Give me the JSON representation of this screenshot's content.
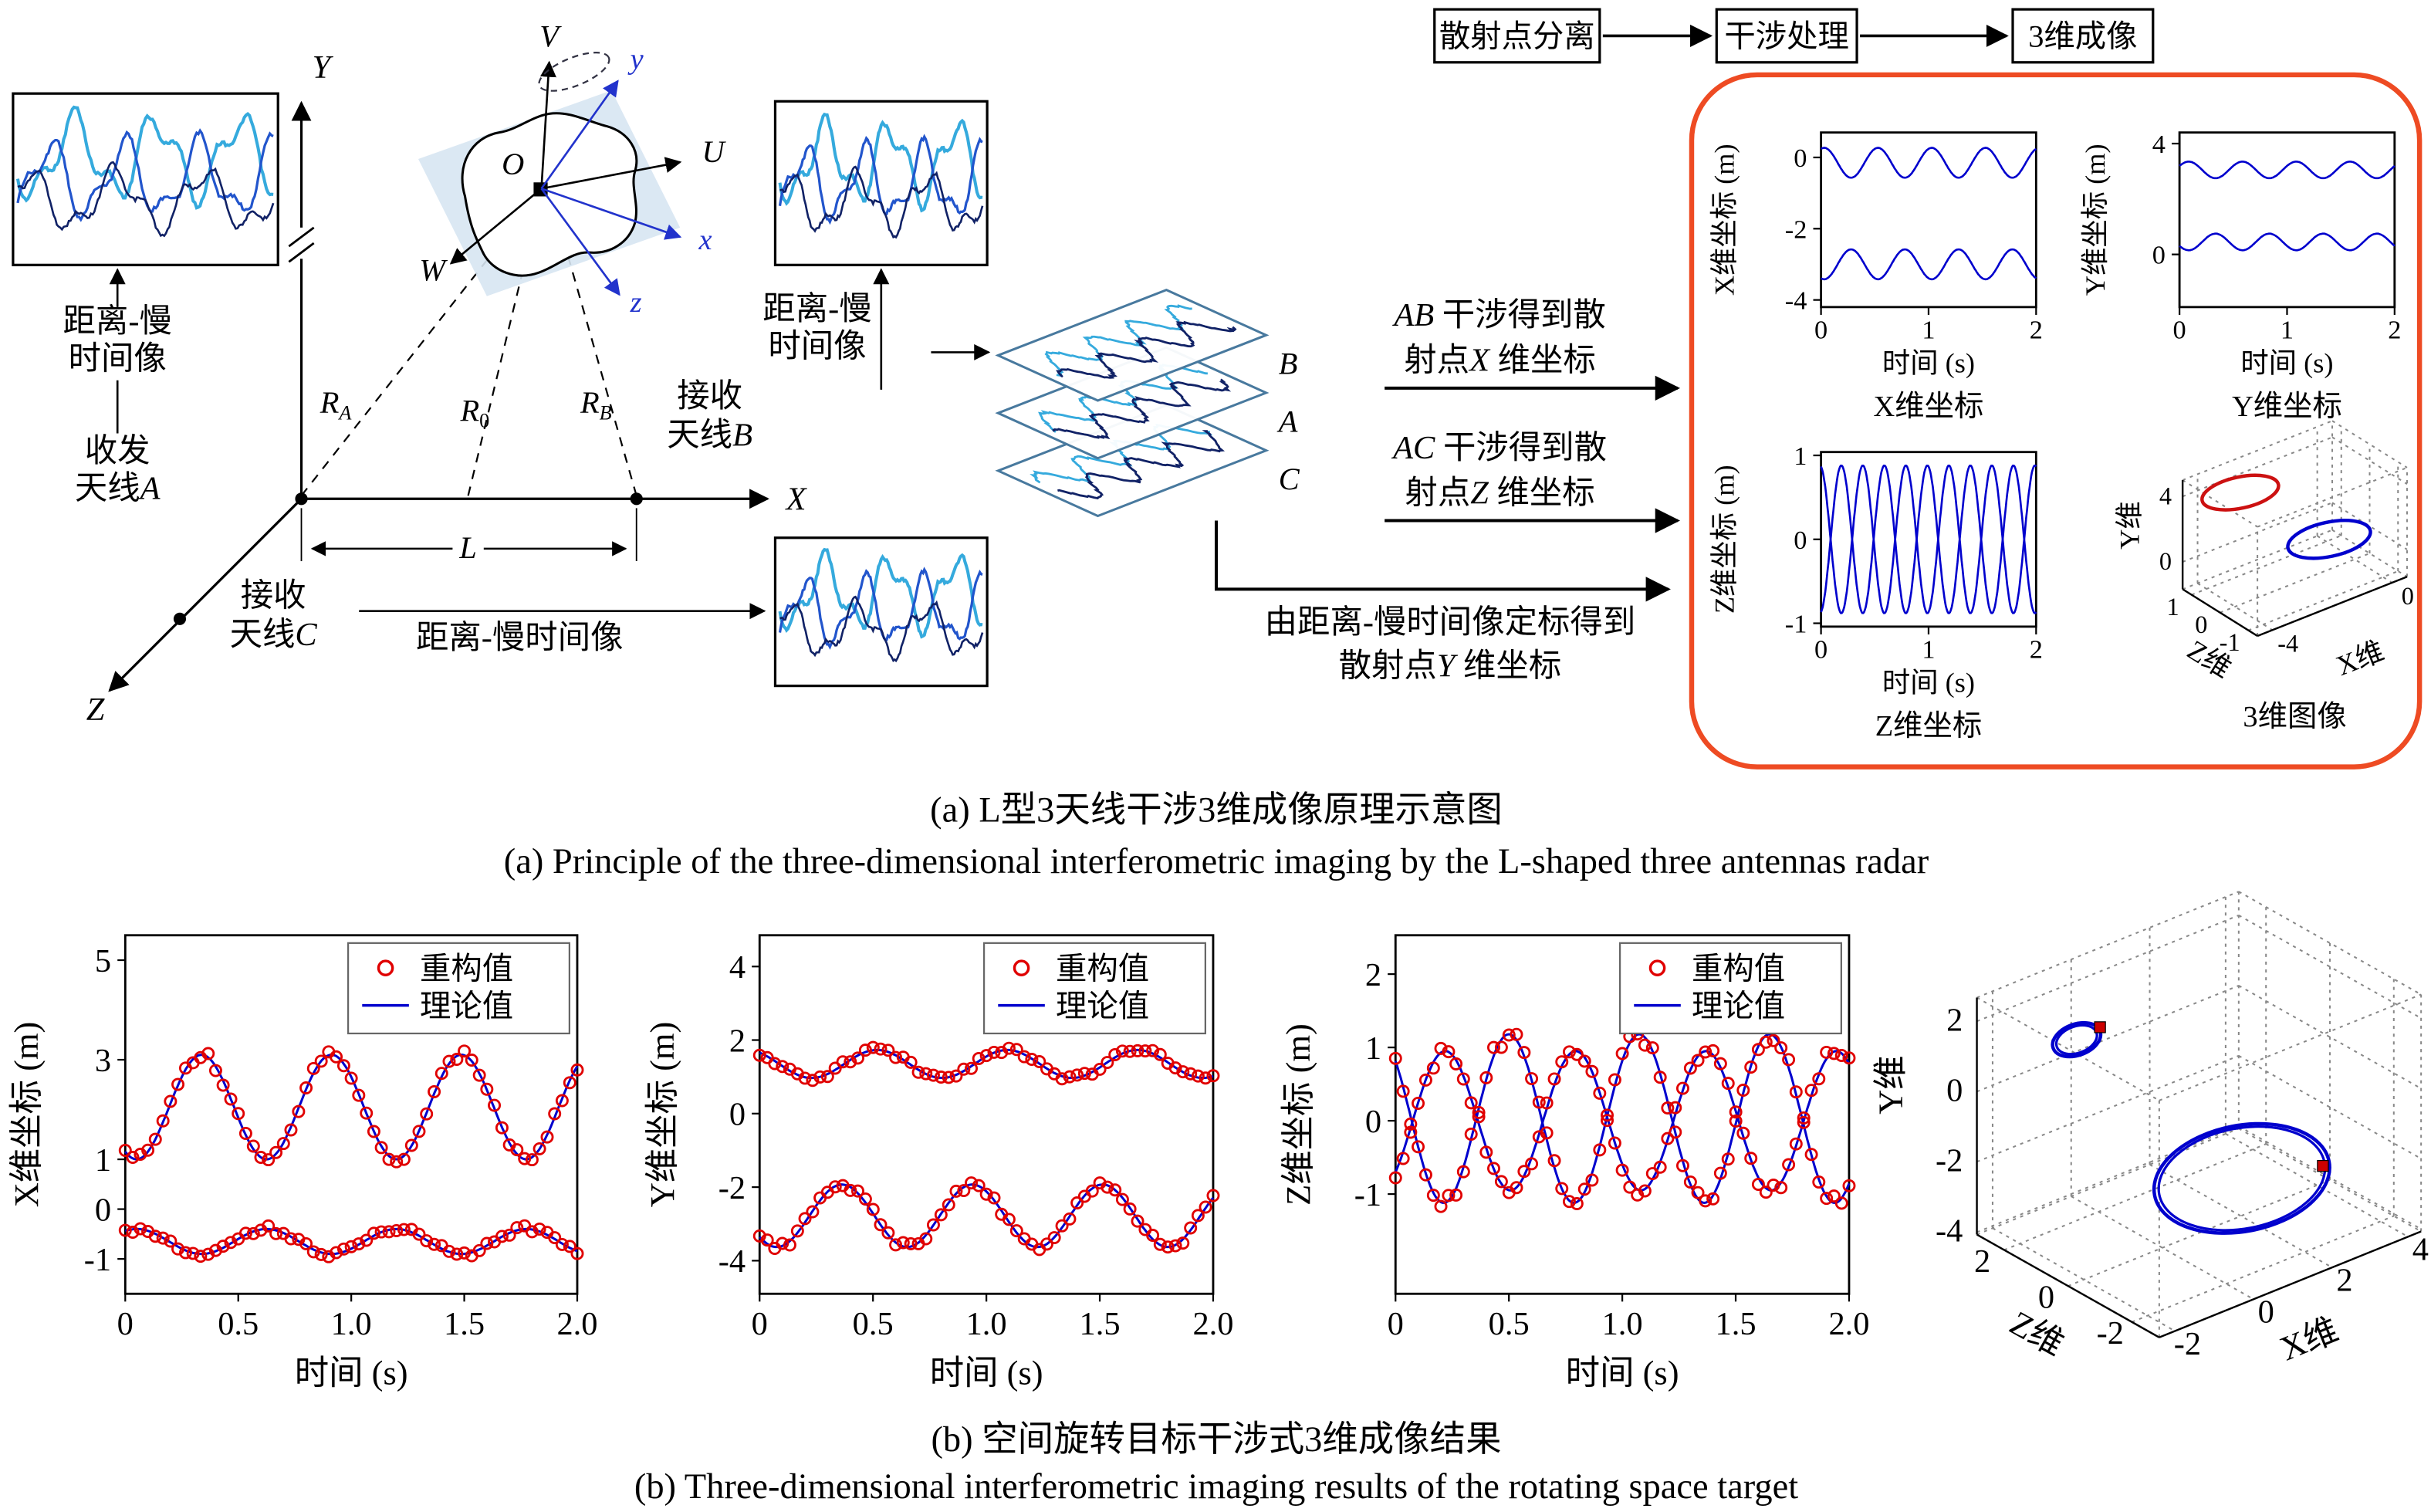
{
  "flowchart": {
    "steps": [
      {
        "label": "散射点分离"
      },
      {
        "label": "干涉处理"
      },
      {
        "label": "3维成像"
      }
    ]
  },
  "panel_a": {
    "left_inset_label_line1": "距离-慢",
    "left_inset_label_line2": "时间像",
    "antenna_a_line1": "收发",
    "antenna_a_line2": "天线",
    "antenna_a_id": "A",
    "antenna_b_line1": "接收",
    "antenna_b_line2": "天线",
    "antenna_b_id": "B",
    "antenna_c_line1": "接收",
    "antenna_c_line2": "天线",
    "antenna_c_id": "C",
    "inset_b_label_line1": "距离-慢",
    "inset_b_label_line2": "时间像",
    "inset_c_label": "距离-慢时间像",
    "plane_labels": [
      "B",
      "A",
      "C"
    ],
    "axes": {
      "x": "X",
      "y": "Y",
      "z": "Z"
    },
    "target": {
      "origin": "O",
      "v": "V",
      "u": "U",
      "w": "W",
      "x": "x",
      "y": "y",
      "z": "z"
    },
    "ranges": {
      "ra": "R",
      "ra_sub": "A",
      "r0": "R",
      "r0_sub": "0",
      "rb": "R",
      "rb_sub": "B"
    },
    "baseline": "L",
    "arrow_ab_line1_italic": "AB",
    "arrow_ab_line1_rest": " 干涉得到散",
    "arrow_ab_line2_pre": "射点",
    "arrow_ab_line2_italic": "X",
    "arrow_ab_line2_rest": " 维坐标",
    "arrow_ac_line1_italic": "AC",
    "arrow_ac_line1_rest": " 干涉得到散",
    "arrow_ac_line2_pre": "射点",
    "arrow_ac_line2_italic": "Z",
    "arrow_ac_line2_rest": " 维坐标",
    "arrow_y_line1": "由距离-慢时间像定标得到",
    "arrow_y_line2_pre": "散射点",
    "arrow_y_line2_italic": "Y",
    "arrow_y_line2_rest": " 维坐标"
  },
  "captions": {
    "a_zh": "(a) L型3天线干涉3维成像原理示意图",
    "a_en": "(a) Principle of the three-dimensional interferometric imaging by the L-shaped three antennas radar",
    "b_zh": "(b) 空间旋转目标干涉式3维成像结果",
    "b_en": "(b) Three-dimensional interferometric imaging results of the rotating space target"
  },
  "colors": {
    "curve_blue": "#0000cd",
    "marker_red": "#e00000",
    "box_orange": "#ee4b23",
    "plane_fill": "#d7e5f2",
    "plane_border": "#48799e",
    "wave_cyan": "#35aadd",
    "wave_blue": "#2255cc",
    "wave_navy": "#112266"
  },
  "chart_data": [
    {
      "id": "a_x",
      "type": "line",
      "title": "X维坐标",
      "xlabel": "时间 (s)",
      "ylabel": "X维坐标 (m)",
      "xlim": [
        0,
        2
      ],
      "ylim": [
        -4.2,
        0.7
      ],
      "xticks": [
        {
          "v": 0,
          "t": "0"
        },
        {
          "v": 1,
          "t": "1"
        },
        {
          "v": 2,
          "t": "2"
        }
      ],
      "yticks": [
        {
          "v": 0,
          "t": "0"
        },
        {
          "v": -2,
          "t": "-2"
        },
        {
          "v": -4,
          "t": "-4"
        }
      ],
      "series": [
        {
          "name": "scatterer-1",
          "style": "line",
          "model": "sine",
          "mean": -0.15,
          "amp": 0.42,
          "freq": 2,
          "phase": 1.2
        },
        {
          "name": "scatterer-2",
          "style": "line",
          "model": "sine",
          "mean": -3.0,
          "amp": 0.42,
          "freq": 2,
          "phase": 4.34
        }
      ]
    },
    {
      "id": "a_y",
      "type": "line",
      "title": "Y维坐标",
      "xlabel": "时间 (s)",
      "ylabel": "Y维坐标 (m)",
      "xlim": [
        0,
        2
      ],
      "ylim": [
        -1.9,
        4.4
      ],
      "xticks": [
        {
          "v": 0,
          "t": "0"
        },
        {
          "v": 1,
          "t": "1"
        },
        {
          "v": 2,
          "t": "2"
        }
      ],
      "yticks": [
        {
          "v": 4,
          "t": "4"
        },
        {
          "v": 0,
          "t": "0"
        }
      ],
      "series": [
        {
          "name": "scatterer-1",
          "style": "line",
          "model": "sine",
          "mean": 3.05,
          "amp": 0.3,
          "freq": 2,
          "phase": 0.5
        },
        {
          "name": "scatterer-2",
          "style": "line",
          "model": "sine",
          "mean": 0.45,
          "amp": 0.3,
          "freq": 2,
          "phase": 3.64
        }
      ]
    },
    {
      "id": "a_z",
      "type": "line",
      "title": "Z维坐标",
      "xlabel": "时间 (s)",
      "ylabel": "Z维坐标 (m)",
      "xlim": [
        0,
        2
      ],
      "ylim": [
        -1.04,
        1.04
      ],
      "xticks": [
        {
          "v": 0,
          "t": "0"
        },
        {
          "v": 1,
          "t": "1"
        },
        {
          "v": 2,
          "t": "2"
        }
      ],
      "yticks": [
        {
          "v": 1,
          "t": "1"
        },
        {
          "v": 0,
          "t": "0"
        },
        {
          "v": -1,
          "t": "-1"
        }
      ],
      "series": [
        {
          "name": "scatterer-1",
          "style": "line",
          "model": "sine",
          "mean": 0,
          "amp": 0.88,
          "freq": 2.5,
          "phase": -1.4
        },
        {
          "name": "scatterer-2",
          "style": "line",
          "model": "sine",
          "mean": 0,
          "amp": 0.88,
          "freq": 2.5,
          "phase": 1.74
        }
      ]
    },
    {
      "id": "a_3d",
      "type": "scatter3d",
      "title": "3维图像",
      "axis_x_label": "X维",
      "axis_y_label": "Y维",
      "axis_z_label": "Z维",
      "yticks": [
        "4",
        "0"
      ],
      "zticks": [
        "1",
        "0",
        "-1"
      ],
      "xticks": [
        "-4",
        "0"
      ],
      "rings": [
        {
          "name": "scatterer-1-trajectory",
          "color": "#cc1111"
        },
        {
          "name": "scatterer-2-trajectory",
          "color": "#0000cd"
        }
      ]
    },
    {
      "id": "b_x",
      "type": "line",
      "title": "",
      "xlabel": "时间 (s)",
      "ylabel": "X维坐标 (m)",
      "xlim": [
        0,
        2
      ],
      "ylim": [
        -1.7,
        5.5
      ],
      "xticks": [
        {
          "v": 0,
          "t": "0"
        },
        {
          "v": 0.5,
          "t": "0.5"
        },
        {
          "v": 1,
          "t": "1.0"
        },
        {
          "v": 1.5,
          "t": "1.5"
        },
        {
          "v": 2,
          "t": "2.0"
        }
      ],
      "yticks": [
        {
          "v": 5,
          "t": "5"
        },
        {
          "v": 3,
          "t": "3"
        },
        {
          "v": 1,
          "t": "1"
        },
        {
          "v": 0,
          "t": "0"
        },
        {
          "v": -1,
          "t": "-1"
        }
      ],
      "legend": {
        "entries": [
          {
            "marker": "circle",
            "color": "#e00000",
            "label": "重构值"
          },
          {
            "marker": "line",
            "color": "#0000cd",
            "label": "理论值"
          }
        ]
      },
      "series": [
        {
          "name": "theory-1",
          "style": "line",
          "model": "sine",
          "mean": 2.05,
          "amp": 1.05,
          "freq": 1.74,
          "phase": -2.12
        },
        {
          "name": "theory-2",
          "style": "line",
          "model": "sine",
          "mean": -0.65,
          "amp": 0.25,
          "freq": 1.74,
          "phase": 1.02
        },
        {
          "name": "recon-1",
          "style": "markers",
          "model": "sine",
          "mean": 2.05,
          "amp": 1.05,
          "freq": 1.74,
          "phase": -2.12,
          "noise": 0.09,
          "points": 60
        },
        {
          "name": "recon-2",
          "style": "markers",
          "model": "sine",
          "mean": -0.65,
          "amp": 0.25,
          "freq": 1.74,
          "phase": 1.02,
          "noise": 0.07,
          "points": 60
        }
      ]
    },
    {
      "id": "b_y",
      "type": "line",
      "title": "",
      "xlabel": "时间 (s)",
      "ylabel": "Y维坐标 (m)",
      "xlim": [
        0,
        2
      ],
      "ylim": [
        -4.9,
        4.85
      ],
      "xticks": [
        {
          "v": 0,
          "t": "0"
        },
        {
          "v": 0.5,
          "t": "0.5"
        },
        {
          "v": 1,
          "t": "1.0"
        },
        {
          "v": 1.5,
          "t": "1.5"
        },
        {
          "v": 2,
          "t": "2.0"
        }
      ],
      "yticks": [
        {
          "v": 4,
          "t": "4"
        },
        {
          "v": 2,
          "t": "2"
        },
        {
          "v": 0,
          "t": "0"
        },
        {
          "v": -2,
          "t": "-2"
        },
        {
          "v": -4,
          "t": "-4"
        }
      ],
      "legend": {
        "entries": [
          {
            "marker": "circle",
            "color": "#e00000",
            "label": "重构值"
          },
          {
            "marker": "line",
            "color": "#0000cd",
            "label": "理论值"
          }
        ]
      },
      "series": [
        {
          "name": "theory-1",
          "style": "line",
          "model": "sine",
          "mean": 1.35,
          "amp": 0.38,
          "freq": 1.74,
          "phase": 2.2
        },
        {
          "name": "theory-2",
          "style": "line",
          "model": "sine",
          "mean": -2.78,
          "amp": 0.85,
          "freq": 1.74,
          "phase": -2.4
        },
        {
          "name": "recon-1",
          "style": "markers",
          "model": "sine",
          "mean": 1.35,
          "amp": 0.38,
          "freq": 1.74,
          "phase": 2.2,
          "noise": 0.09,
          "points": 60
        },
        {
          "name": "recon-2",
          "style": "markers",
          "model": "sine",
          "mean": -2.78,
          "amp": 0.85,
          "freq": 1.74,
          "phase": -2.4,
          "noise": 0.11,
          "points": 60
        }
      ]
    },
    {
      "id": "b_z",
      "type": "line",
      "title": "",
      "xlabel": "时间 (s)",
      "ylabel": "Z维坐标 (m)",
      "xlim": [
        0,
        2
      ],
      "ylim": [
        -2.36,
        2.53
      ],
      "xticks": [
        {
          "v": 0,
          "t": "0"
        },
        {
          "v": 0.5,
          "t": "0.5"
        },
        {
          "v": 1,
          "t": "1.0"
        },
        {
          "v": 1.5,
          "t": "1.5"
        },
        {
          "v": 2,
          "t": "2.0"
        }
      ],
      "yticks": [
        {
          "v": 2,
          "t": "2"
        },
        {
          "v": 1,
          "t": "1"
        },
        {
          "v": 0,
          "t": "0"
        },
        {
          "v": -1,
          "t": "-1"
        }
      ],
      "legend": {
        "entries": [
          {
            "marker": "circle",
            "color": "#e00000",
            "label": "重构值"
          },
          {
            "marker": "line",
            "color": "#0000cd",
            "label": "理论值"
          }
        ]
      },
      "series": [
        {
          "name": "theory-1",
          "style": "line",
          "model": "sine",
          "mean": 0.03,
          "amp": 1.15,
          "freq": 1.74,
          "phase": 2.39
        },
        {
          "name": "theory-2",
          "style": "line",
          "model": "sine",
          "mean": 0,
          "amp": 0.95,
          "freq": 1.74,
          "phase": -0.83
        },
        {
          "name": "recon-1",
          "style": "markers",
          "model": "sine",
          "mean": 0.03,
          "amp": 1.15,
          "freq": 1.74,
          "phase": 2.39,
          "noise": 0.11,
          "points": 60
        },
        {
          "name": "recon-2",
          "style": "markers",
          "model": "sine",
          "mean": 0,
          "amp": 0.95,
          "freq": 1.74,
          "phase": -0.83,
          "noise": 0.1,
          "points": 60
        }
      ]
    },
    {
      "id": "b_3d",
      "type": "scatter3d",
      "title": "",
      "axis_x_label": "X维",
      "axis_y_label": "Y维",
      "axis_z_label": "Z维",
      "yticks": [
        "2",
        "0",
        "-2",
        "-4"
      ],
      "zticks": [
        "2",
        "0",
        "-2"
      ],
      "xticks": [
        "-2",
        "0",
        "2",
        "4"
      ],
      "rings": [
        {
          "name": "scatterer-1-trajectory",
          "color": "#0000cd",
          "marker_color": "#cc0000"
        },
        {
          "name": "scatterer-2-trajectory",
          "color": "#0000cd",
          "marker_color": "#cc0000"
        }
      ]
    }
  ]
}
